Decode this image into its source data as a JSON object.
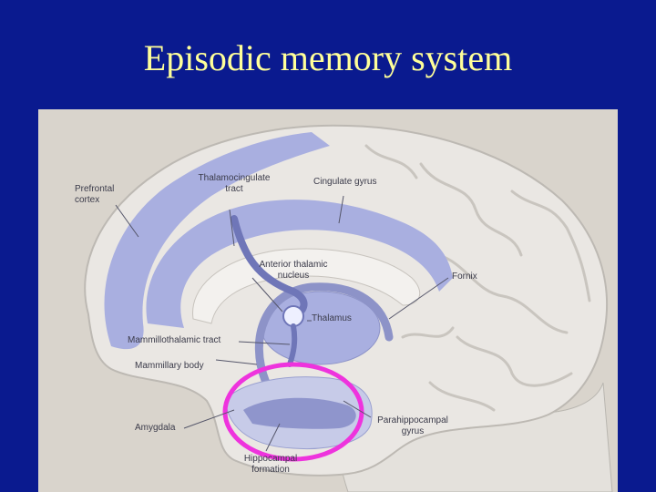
{
  "slide": {
    "title": "Episodic memory system"
  },
  "figure": {
    "labels": {
      "prefrontal_cortex": "Prefrontal\ncortex",
      "thalamocingulate_tract": "Thalamocingulate\ntract",
      "cingulate_gyrus": "Cingulate gyrus",
      "anterior_thalamic_nucleus": "Anterior thalamic\nnucleus",
      "fornix": "Fornix",
      "thalamus": "Thalamus",
      "mammillothalamic_tract": "Mammillothalamic tract",
      "mammillary_body": "Mammillary body",
      "amygdala": "Amygdala",
      "parahippocampal_gyrus": "Parahippocampal\ngyrus",
      "hippocampal_formation": "Hippocampal\nformation"
    },
    "colors": {
      "highlight_ring": "#ee33dd",
      "memory_structures": "#a9afe0",
      "cortex": "#eae7e3",
      "background": "#d9d4cc"
    }
  }
}
